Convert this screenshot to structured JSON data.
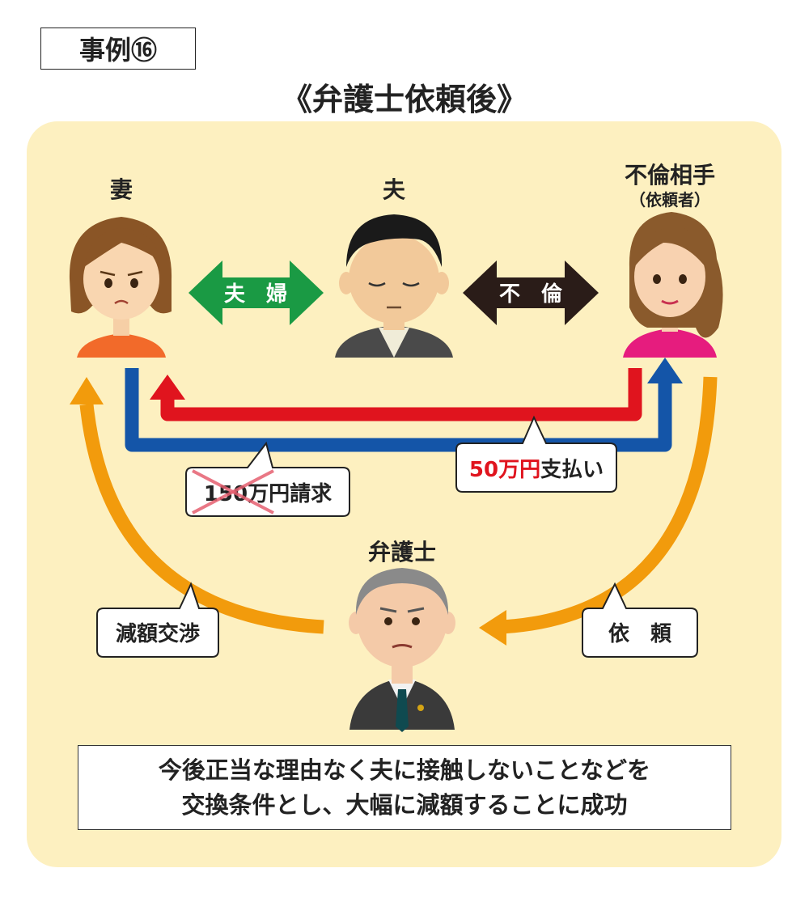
{
  "case_label": "事例⑯",
  "title": "《弁護士依頼後》",
  "persons": {
    "wife": "妻",
    "husband": "夫",
    "affair_partner": "不倫相手",
    "affair_partner_note": "（依頼者）",
    "lawyer": "弁護士"
  },
  "relations": {
    "married": "夫　婦",
    "affair": "不　倫"
  },
  "callouts": {
    "claim_amount": "150万円",
    "claim_suffix": "請求",
    "paid_amount": "50万円",
    "paid_suffix": "支払い",
    "negotiation": "減額交渉",
    "request": "依　頼"
  },
  "summary": {
    "line1": "今後正当な理由なく夫に接触しないことなどを",
    "line2": "交換条件とし、大幅に減額することに成功"
  },
  "colors": {
    "panel": "#fdf0c0",
    "green": "#1a9a44",
    "dark": "#2a1c18",
    "red": "#e0141e",
    "blue": "#1455a8",
    "orange": "#f29b0c"
  }
}
